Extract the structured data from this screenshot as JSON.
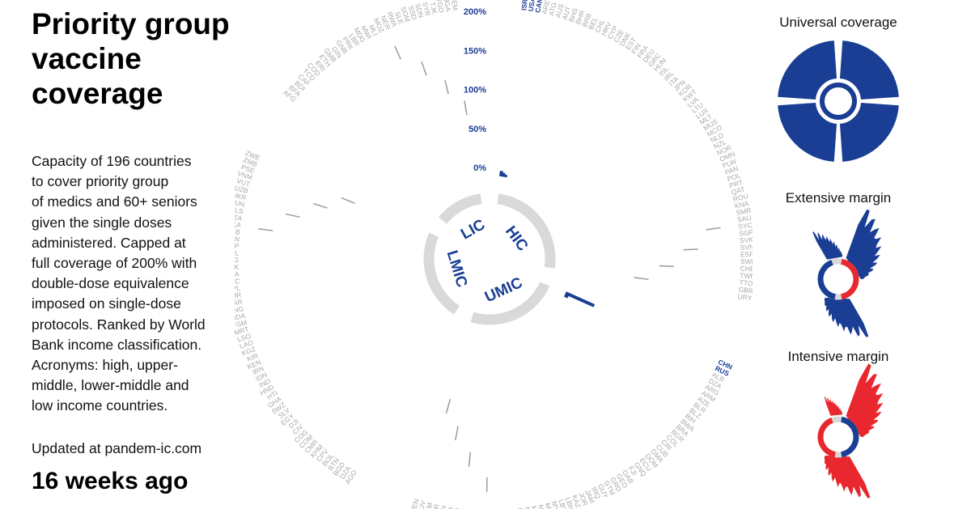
{
  "header": {
    "title_lines": [
      "Priority group",
      "vaccine",
      "coverage"
    ]
  },
  "description_lines": [
    "Capacity of 196 countries",
    "to cover priority group",
    "of medics and 60+ seniors",
    "given the single doses",
    "administered. Capped at",
    "full coverage of 200% with",
    "double-dose equivalence",
    "imposed on single-dose",
    "protocols. Ranked by World",
    "Bank income classification.",
    "Acronyms: high, upper-",
    "middle, lower-middle and",
    "low income countries."
  ],
  "footer": {
    "updated": "Updated at pandem-ic.com",
    "ago": "16 weeks ago"
  },
  "colors": {
    "blue": "#1a3e94",
    "red": "#e8282e",
    "grey_label": "#a8a8a8",
    "ring": "#d9d9d9"
  },
  "chart_data": [
    {
      "type": "bar",
      "subtype": "radial",
      "ylabels": [
        "0%",
        "50%",
        "100%",
        "150%",
        "200%"
      ],
      "ylim": [
        0,
        200
      ],
      "groups": [
        {
          "name": "HIC",
          "countries": [
            "ISR",
            "USA",
            "CAN",
            "ARE",
            "ATG",
            "AUS",
            "AUT",
            "BHS",
            "BHR",
            "BRB",
            "BEL",
            "CHL",
            "HRV",
            "CYP",
            "CZE",
            "DNK",
            "EST",
            "FIN",
            "FRA",
            "DEU",
            "GRC",
            "HUN",
            "ISL",
            "IRL",
            "ITA",
            "JPN",
            "KOR",
            "KWT",
            "LVA",
            "LTU",
            "LUX",
            "MLT",
            "MUS",
            "MCO",
            "NLD",
            "NZL",
            "NOR",
            "OMN",
            "PLW",
            "PAN",
            "POL",
            "PRT",
            "QAT",
            "ROU",
            "KNA",
            "SMR",
            "SAU",
            "SYC",
            "SGP",
            "SVK",
            "SVN",
            "ESP",
            "SWE",
            "CHE",
            "TWN",
            "TTO",
            "GBR",
            "URY"
          ],
          "values": [
            7,
            5,
            3,
            0,
            0,
            0,
            0,
            0,
            0,
            0,
            0,
            0,
            0,
            0,
            0,
            0,
            0,
            0,
            0,
            0,
            0,
            0,
            0,
            0,
            0,
            0,
            0,
            0,
            0,
            0,
            0,
            0,
            0,
            0,
            0,
            0,
            0,
            0,
            0,
            0,
            0,
            0,
            0,
            0,
            0,
            0,
            0,
            0,
            0,
            0,
            0,
            0,
            0,
            0,
            0,
            0,
            0,
            0
          ],
          "highlighted": [
            "ISR",
            "USA",
            "CAN"
          ]
        },
        {
          "name": "UMIC",
          "countries": [
            "CHN",
            "RUS",
            "ALB",
            "DZA",
            "ARG",
            "ARM",
            "AZE",
            "BLR",
            "BLZ",
            "BIH",
            "BWA",
            "BRA",
            "BGR",
            "COL",
            "CRI",
            "CUB",
            "DMA",
            "DOM",
            "ECU",
            "GNQ",
            "FJI",
            "GAB",
            "GEO",
            "GRD",
            "GTM",
            "GUY",
            "IRQ",
            "JAM",
            "JOR",
            "KAZ",
            "LBN",
            "LBY",
            "MYS",
            "MDV",
            "MHL",
            "MEX",
            "MNE",
            "NAM",
            "MKD",
            "PRY",
            "PER",
            "LCA",
            "VCT",
            "WSM",
            "SRB",
            "ZAF",
            "SUR",
            "THA",
            "TON",
            "TUR",
            "TKM",
            "TUV",
            "VEN"
          ],
          "values": [
            40,
            5,
            0,
            0,
            0,
            0,
            0,
            0,
            0,
            0,
            0,
            0,
            0,
            0,
            0,
            0,
            0,
            0,
            0,
            0,
            0,
            0,
            0,
            0,
            0,
            0,
            0,
            0,
            0,
            0,
            0,
            0,
            0,
            0,
            0,
            0,
            0,
            0,
            0,
            0,
            0,
            0,
            0,
            0,
            0,
            0,
            0,
            0,
            0,
            0,
            0,
            0,
            0
          ],
          "highlighted": [
            "CHN",
            "RUS"
          ]
        },
        {
          "name": "LMIC",
          "countries": [
            "AGO",
            "DZA",
            "BGD",
            "BTN",
            "BOL",
            "CPV",
            "KHM",
            "CMR",
            "COM",
            "COG",
            "CIV",
            "DJI",
            "EGY",
            "SLV",
            "SWZ",
            "GHA",
            "HTI",
            "HND",
            "IND",
            "IDN",
            "IRN",
            "KEN",
            "KIR",
            "KGZ",
            "LAO",
            "LSO",
            "MRT",
            "FSM",
            "MDA",
            "MNG",
            "MAR",
            "MMR",
            "NPL",
            "NIC",
            "NGA",
            "PAK",
            "PNG",
            "PHL",
            "STP",
            "SEN",
            "SLB",
            "LKA",
            "TZA",
            "TLS",
            "TUN",
            "UKR",
            "UZB",
            "VUT",
            "VNM",
            "PSE",
            "ZMB",
            "ZWE"
          ],
          "values": [
            0,
            0,
            0,
            0,
            0,
            0,
            0,
            0,
            0,
            0,
            0,
            0,
            0,
            0,
            0,
            0,
            0,
            0,
            0,
            0,
            0,
            0,
            0,
            0,
            0,
            0,
            0,
            0,
            0,
            0,
            0,
            0,
            0,
            0,
            0,
            0,
            0,
            0,
            0,
            0,
            0,
            0,
            0,
            0,
            0,
            0,
            0,
            0,
            0,
            0,
            0,
            0
          ]
        },
        {
          "name": "LIC",
          "countries": [
            "AFG",
            "BFA",
            "BDI",
            "CAF",
            "TCD",
            "COD",
            "ERI",
            "ETH",
            "GMB",
            "GIN",
            "GNB",
            "PRK",
            "LBR",
            "MDG",
            "MWI",
            "MLI",
            "MOZ",
            "NER",
            "RWA",
            "SLE",
            "SOM",
            "SSD",
            "SDN",
            "SYR",
            "TJK",
            "TGO",
            "UGA",
            "YEM"
          ],
          "values": [
            0,
            0,
            0,
            0,
            0,
            0,
            0,
            0,
            0,
            0,
            0,
            0,
            0,
            0,
            0,
            0,
            0,
            0,
            0,
            0,
            0,
            0,
            0,
            0,
            0,
            0,
            0,
            0
          ]
        }
      ]
    },
    {
      "type": "bar",
      "subtype": "radial-mini",
      "title": "Universal coverage",
      "color": "blue",
      "shape": "full"
    },
    {
      "type": "bar",
      "subtype": "radial-mini",
      "title": "Extensive margin",
      "color": "blue",
      "ring_colors": [
        "red",
        "blue"
      ]
    },
    {
      "type": "bar",
      "subtype": "radial-mini",
      "title": "Intensive margin",
      "color": "red",
      "ring_colors": [
        "blue",
        "red"
      ]
    }
  ]
}
